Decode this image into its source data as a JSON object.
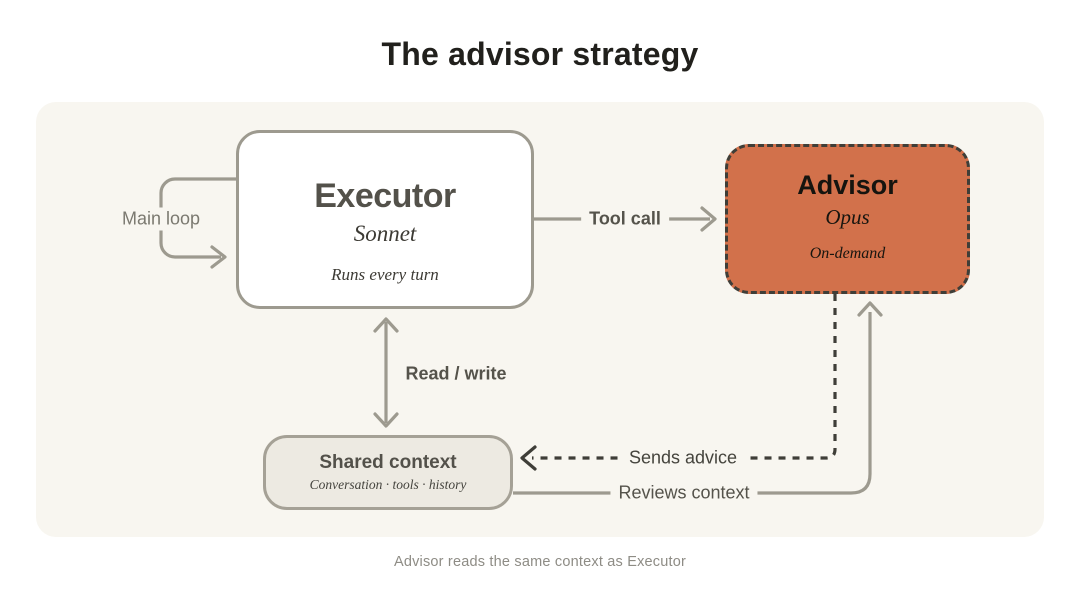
{
  "title": "The advisor strategy",
  "caption": "Advisor reads the same context as Executor",
  "colors": {
    "panel_bg": "#f8f6f0",
    "advisor_fill": "#d2714b",
    "line_gray": "#9d9a8f",
    "dash_dark": "#3f3e38"
  },
  "nodes": {
    "executor": {
      "title": "Executor",
      "model": "Sonnet",
      "note": "Runs every turn"
    },
    "advisor": {
      "title": "Advisor",
      "model": "Opus",
      "note": "On-demand"
    },
    "shared_context": {
      "title": "Shared context",
      "note": "Conversation · tools · history"
    }
  },
  "edges": {
    "main_loop": {
      "label": "Main loop"
    },
    "tool_call": {
      "label": "Tool call"
    },
    "read_write": {
      "label": "Read / write"
    },
    "sends_advice": {
      "label": "Sends advice"
    },
    "reviews_context": {
      "label": "Reviews context"
    }
  }
}
